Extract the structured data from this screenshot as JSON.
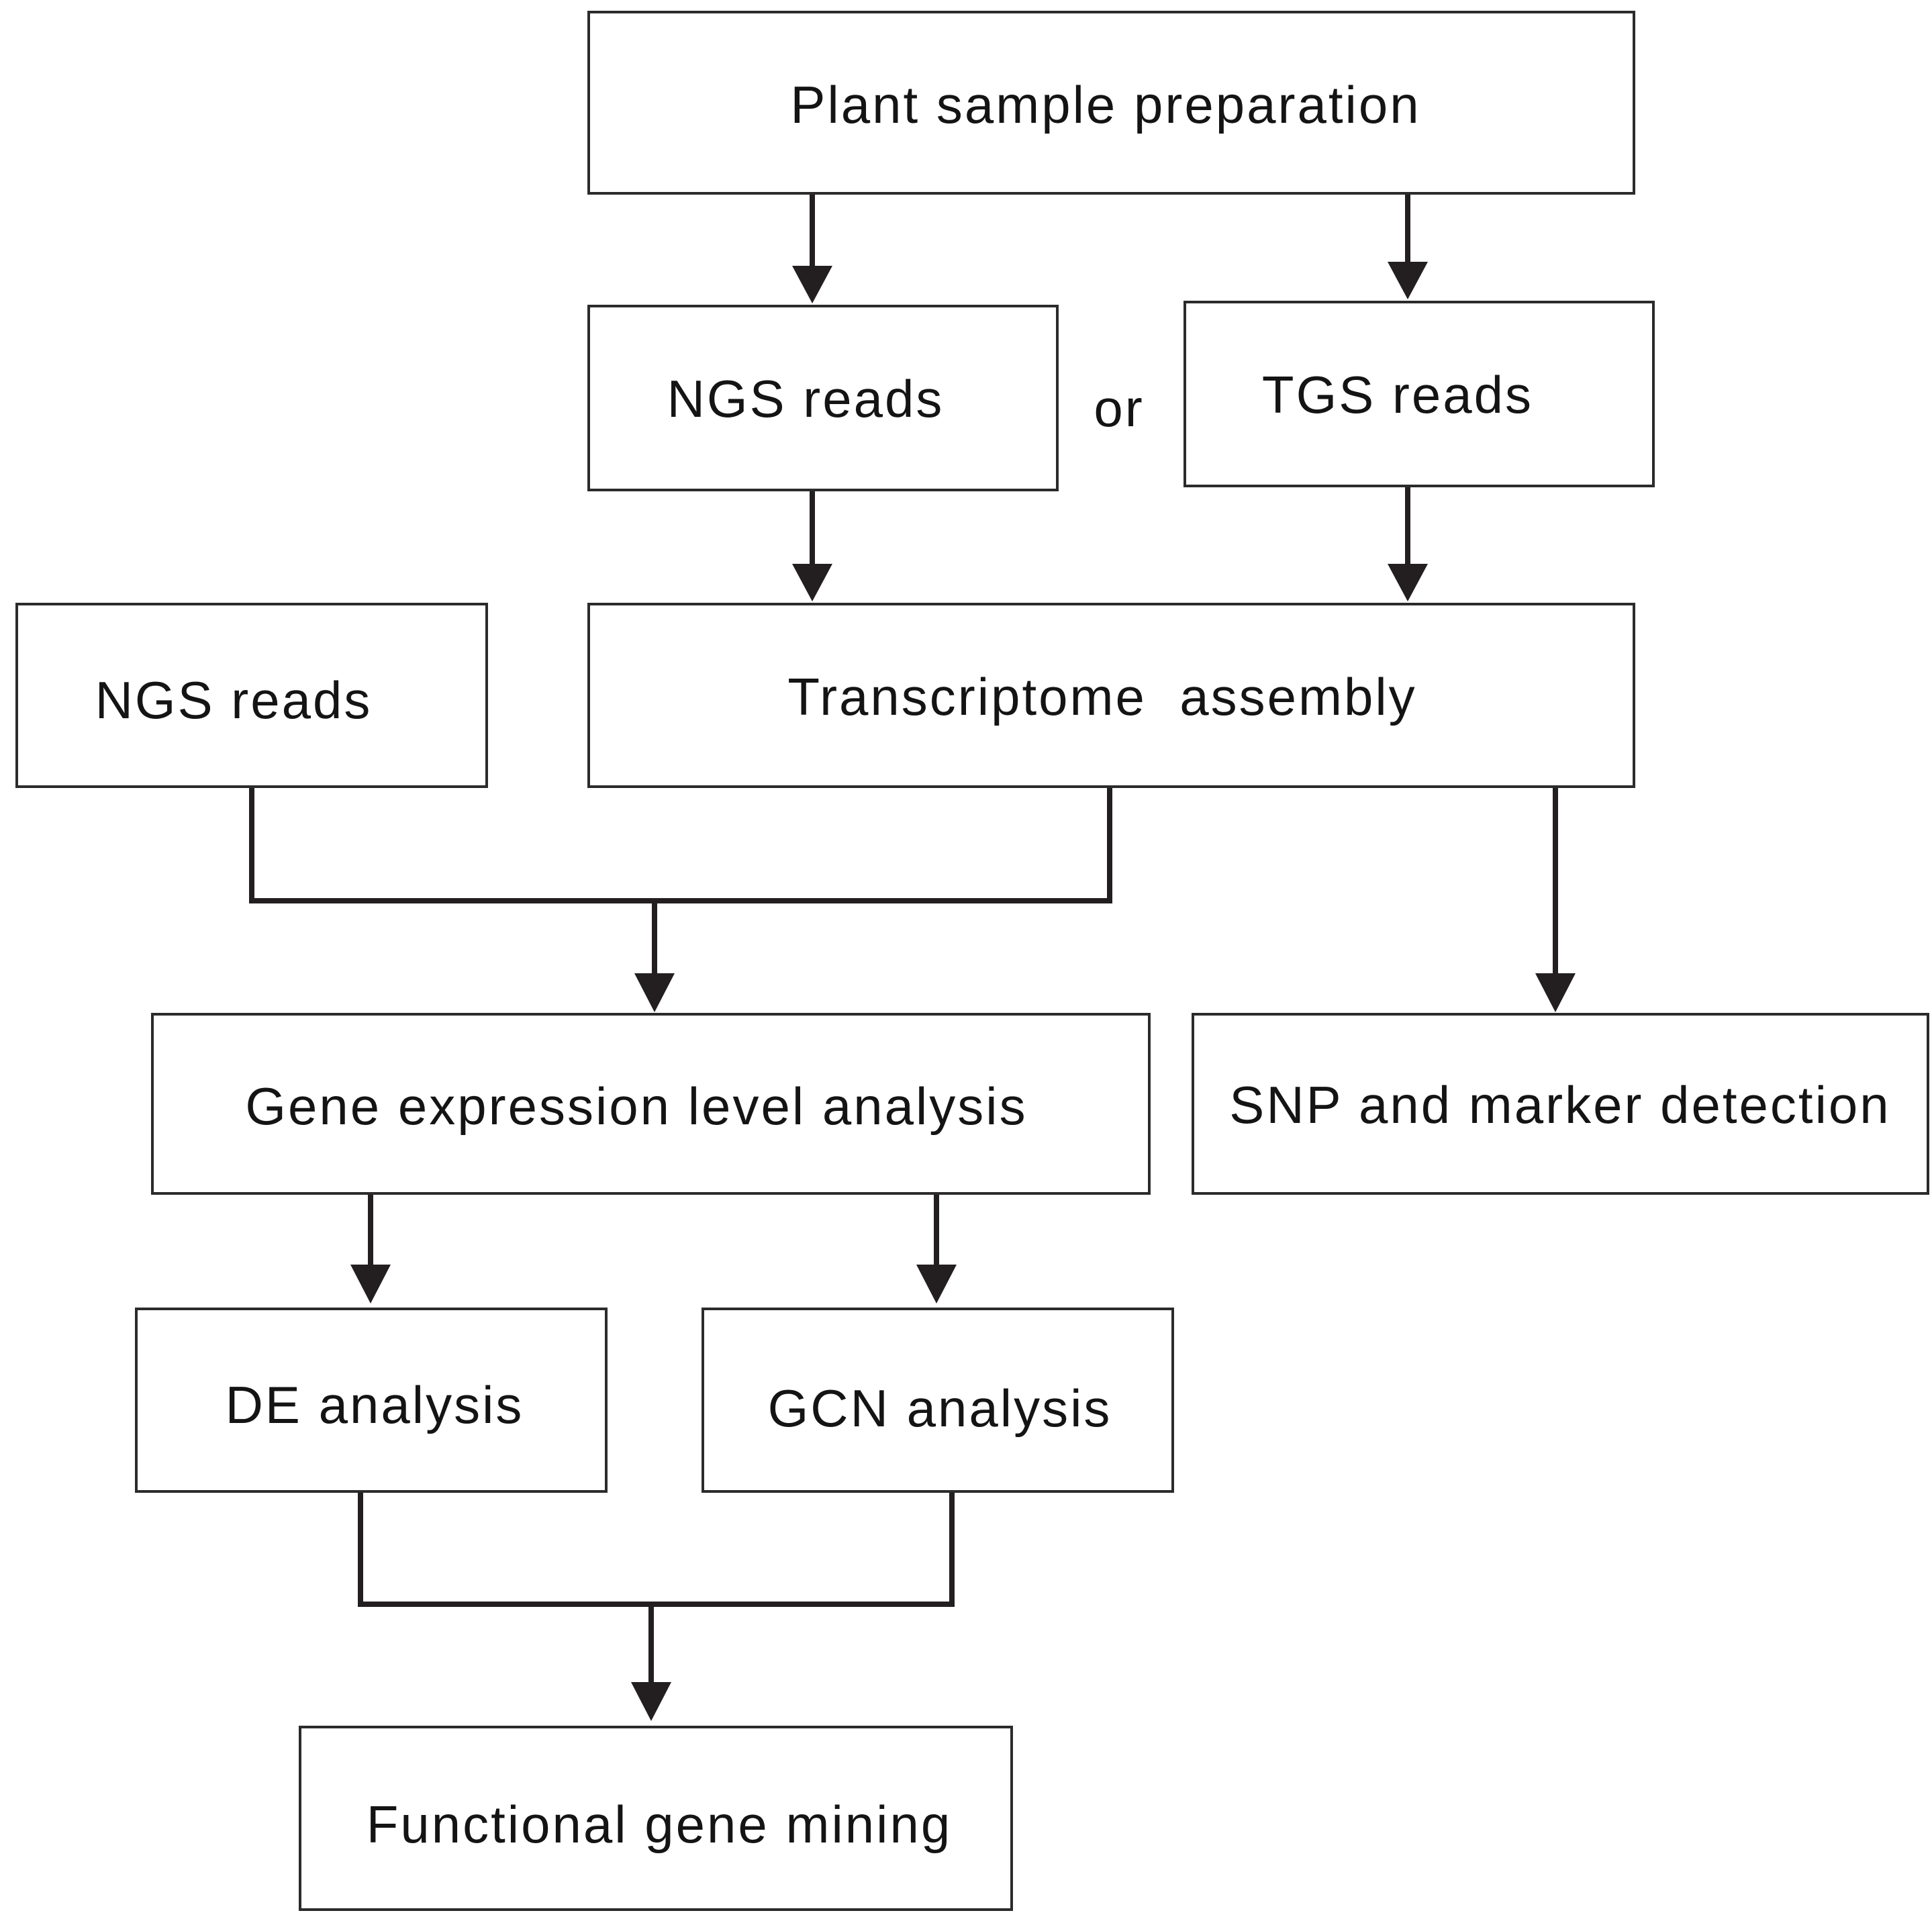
{
  "nodes": {
    "plant_sample_preparation": "Plant sample preparation",
    "ngs_reads_top": "NGS reads",
    "or_label": "or",
    "tgs_reads": "TGS reads",
    "ngs_reads_left": "NGS reads",
    "transcriptome_assembly": "Transcriptome  assembly",
    "gene_expression_level_analysis": "Gene expression level analysis",
    "snp_and_marker_detection": "SNP and marker detection",
    "de_analysis": "DE analysis",
    "gcn_analysis": "GCN analysis",
    "functional_gene_mining": "Functional gene mining"
  },
  "edges": [
    {
      "from": "Plant sample preparation",
      "to": "NGS reads"
    },
    {
      "from": "Plant sample preparation",
      "to": "TGS reads"
    },
    {
      "from": "NGS reads",
      "to": "Transcriptome assembly"
    },
    {
      "from": "TGS reads",
      "to": "Transcriptome assembly"
    },
    {
      "from": [
        "NGS reads",
        "Transcriptome assembly"
      ],
      "to": "Gene expression level analysis"
    },
    {
      "from": "Transcriptome assembly",
      "to": "SNP and marker detection"
    },
    {
      "from": "Gene expression level analysis",
      "to": "DE analysis"
    },
    {
      "from": "Gene expression level analysis",
      "to": "GCN analysis"
    },
    {
      "from": [
        "DE analysis",
        "GCN analysis"
      ],
      "to": "Functional gene mining"
    }
  ],
  "colors": {
    "line": "#231f20",
    "box_border": "#2b2b2b",
    "text": "#141414",
    "background": "#ffffff"
  }
}
